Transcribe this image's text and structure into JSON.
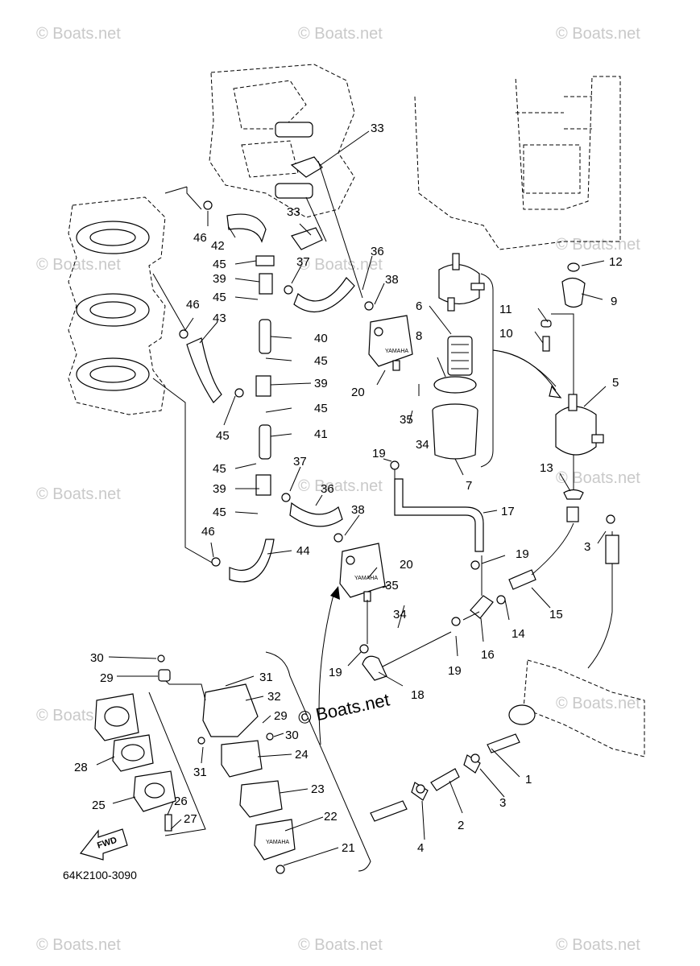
{
  "diagram": {
    "code": "64K2100-3090",
    "fwd_label": "FWD",
    "brand": "YAMAHA",
    "center_watermark": "© Boats.net",
    "watermark": "© Boats.net"
  },
  "callouts": [
    {
      "n": "1"
    },
    {
      "n": "2"
    },
    {
      "n": "3"
    },
    {
      "n": "3"
    },
    {
      "n": "4"
    },
    {
      "n": "5"
    },
    {
      "n": "6"
    },
    {
      "n": "7"
    },
    {
      "n": "8"
    },
    {
      "n": "9"
    },
    {
      "n": "10"
    },
    {
      "n": "11"
    },
    {
      "n": "12"
    },
    {
      "n": "13"
    },
    {
      "n": "14"
    },
    {
      "n": "15"
    },
    {
      "n": "16"
    },
    {
      "n": "17"
    },
    {
      "n": "18"
    },
    {
      "n": "19"
    },
    {
      "n": "19"
    },
    {
      "n": "19"
    },
    {
      "n": "19"
    },
    {
      "n": "20"
    },
    {
      "n": "20"
    },
    {
      "n": "21"
    },
    {
      "n": "22"
    },
    {
      "n": "23"
    },
    {
      "n": "24"
    },
    {
      "n": "25"
    },
    {
      "n": "26"
    },
    {
      "n": "27"
    },
    {
      "n": "28"
    },
    {
      "n": "29"
    },
    {
      "n": "29"
    },
    {
      "n": "30"
    },
    {
      "n": "30"
    },
    {
      "n": "31"
    },
    {
      "n": "31"
    },
    {
      "n": "32"
    },
    {
      "n": "33"
    },
    {
      "n": "33"
    },
    {
      "n": "34"
    },
    {
      "n": "34"
    },
    {
      "n": "35"
    },
    {
      "n": "35"
    },
    {
      "n": "36"
    },
    {
      "n": "36"
    },
    {
      "n": "37"
    },
    {
      "n": "37"
    },
    {
      "n": "38"
    },
    {
      "n": "38"
    },
    {
      "n": "39"
    },
    {
      "n": "39"
    },
    {
      "n": "39"
    },
    {
      "n": "40"
    },
    {
      "n": "41"
    },
    {
      "n": "42"
    },
    {
      "n": "43"
    },
    {
      "n": "44"
    },
    {
      "n": "45"
    },
    {
      "n": "45"
    },
    {
      "n": "45"
    },
    {
      "n": "45"
    },
    {
      "n": "45"
    },
    {
      "n": "45"
    },
    {
      "n": "45"
    },
    {
      "n": "46"
    },
    {
      "n": "46"
    },
    {
      "n": "46"
    }
  ]
}
